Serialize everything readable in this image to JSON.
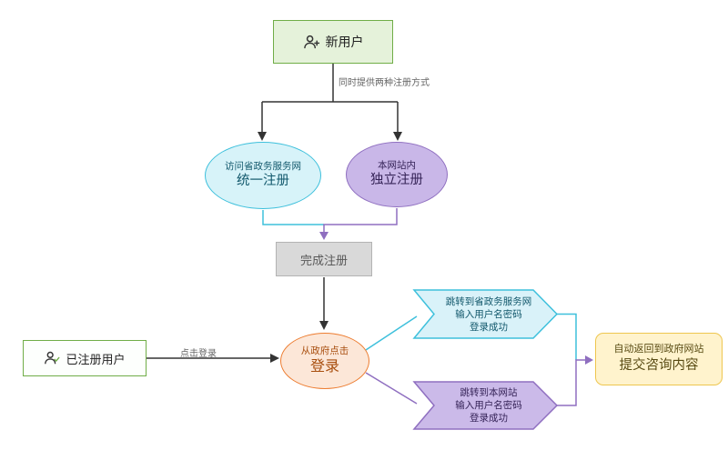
{
  "diagram": {
    "new_user": "新用户",
    "branch_note": "同时提供两种注册方式",
    "unified": {
      "l1": "访问省政务服务网",
      "l2": "统一注册"
    },
    "independent": {
      "l1": "本网站内",
      "l2": "独立注册"
    },
    "complete": "完成注册",
    "login": {
      "l1": "从政府点击",
      "l2": "登录"
    },
    "registered_user": "已注册用户",
    "click_login": "点击登录",
    "gov_path": {
      "l1": "跳转到省政务服务网",
      "l2": "输入用户名密码",
      "l3": "登录成功"
    },
    "site_path": {
      "l1": "跳转到本网站",
      "l2": "输入用户名密码",
      "l3": "登录成功"
    },
    "finish": {
      "l1": "自动返回到政府网站",
      "l2": "提交咨询内容"
    }
  },
  "colors": {
    "green_border": "#70ad47",
    "blue": "#3ec0dc",
    "purple": "#8f6fc0",
    "orange": "#ed7d31",
    "yellow_border": "#eec64f",
    "gray_fill": "#d9d9d9",
    "arrow_black": "#333333"
  }
}
